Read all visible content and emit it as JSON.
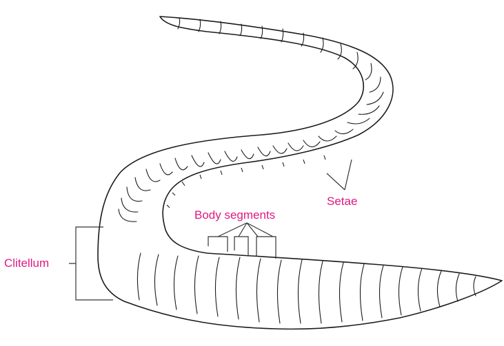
{
  "labels": {
    "clitellum": "Clitellum",
    "body_segments": "Body segments",
    "setae": "Setae"
  },
  "colors": {
    "label_text": "#e0187f",
    "outline": "#1a1a1a",
    "body_fill": "#ffffff",
    "background": "#ffffff"
  }
}
